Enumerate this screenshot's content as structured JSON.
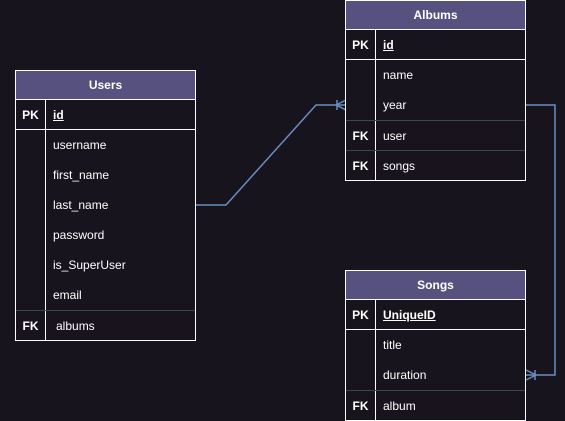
{
  "diagram": {
    "line_color": "#6a8dc0",
    "header_color": "#56517e",
    "entities": {
      "users": {
        "title": "Users",
        "pk": {
          "key": "PK",
          "name": "id"
        },
        "attributes": [
          "username",
          "first_name",
          "last_name",
          "password",
          "is_SuperUser",
          "email"
        ],
        "fk": {
          "key": "FK",
          "name": "albums"
        }
      },
      "albums": {
        "title": "Albums",
        "pk": {
          "key": "PK",
          "name": "id"
        },
        "attributes": [
          "name",
          "year"
        ],
        "fks": [
          {
            "key": "FK",
            "name": "user"
          },
          {
            "key": "FK",
            "name": "songs"
          }
        ]
      },
      "songs": {
        "title": "Songs",
        "pk": {
          "key": "PK",
          "name": "UniqueID"
        },
        "attributes": [
          "title",
          "duration"
        ],
        "fk": {
          "key": "FK",
          "name": "album"
        }
      }
    }
  }
}
